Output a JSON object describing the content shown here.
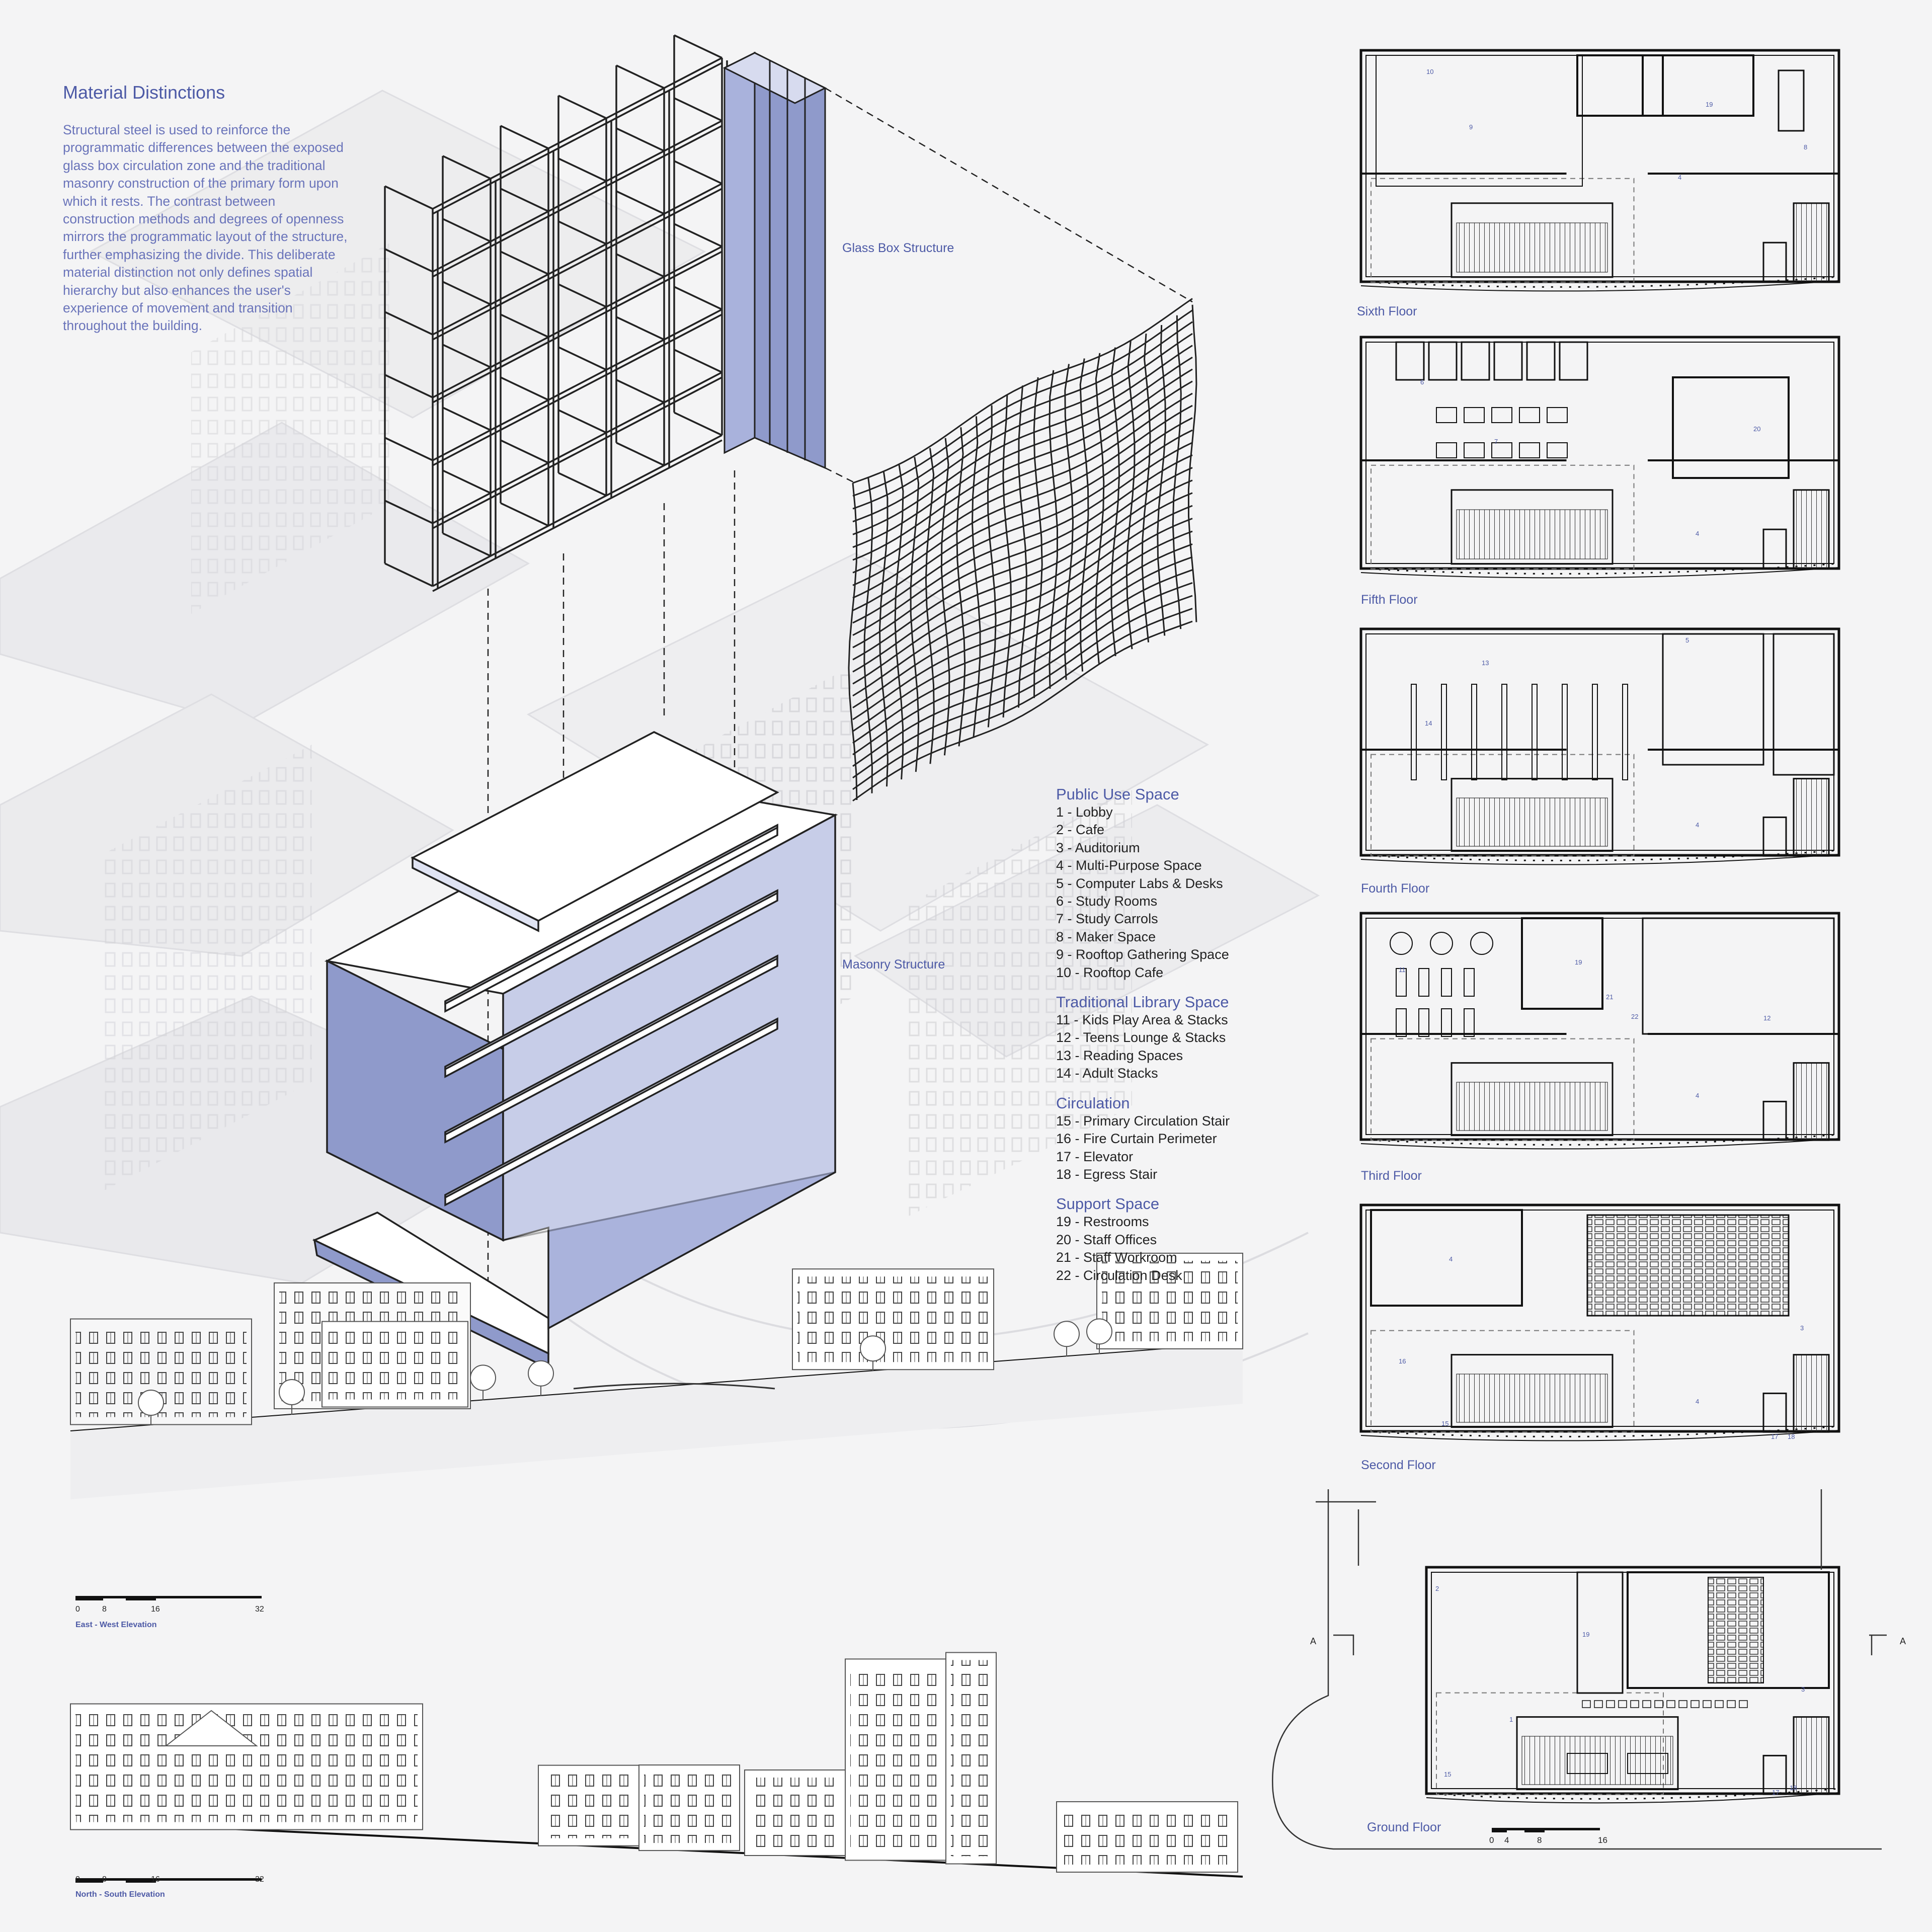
{
  "intro": {
    "title": "Material Distinctions",
    "body": "Structural steel is used to reinforce the programmatic differences between the exposed glass box circulation zone and the traditional masonry construction of the primary form upon which it rests. The contrast between construction methods and degrees of openness mirrors the programmatic layout of the structure, further emphasizing the divide. This deliberate material distinction not only defines spatial hierarchy but also enhances the user's experience of movement and transition throughout the building."
  },
  "structure_labels": {
    "glass": "Glass Box Structure",
    "masonry": "Masonry Structure"
  },
  "legend": [
    {
      "title": "Public Use Space",
      "items": [
        "1 - Lobby",
        "2 - Cafe",
        "3 - Auditorium",
        "4 - Multi-Purpose Space",
        "5 - Computer Labs & Desks",
        "6 - Study Rooms",
        "7 - Study Carrols",
        "8 - Maker Space",
        "9 - Rooftop Gathering Space",
        "10 - Rooftop Cafe"
      ]
    },
    {
      "title": "Traditional Library Space",
      "items": [
        "11 - Kids Play Area & Stacks",
        "12 - Teens Lounge & Stacks",
        "13 - Reading Spaces",
        "14 - Adult Stacks"
      ]
    },
    {
      "title": "Circulation",
      "items": [
        "15 - Primary Circulation Stair",
        "16 - Fire Curtain Perimeter",
        "17 - Elevator",
        "18 - Egress Stair"
      ]
    },
    {
      "title": "Support Space",
      "items": [
        "19 - Restrooms",
        "20 - Staff Offices",
        "21 - Staff Workroom",
        "22 - Circulation Desk"
      ]
    }
  ],
  "floors": {
    "sixth": "Sixth Floor",
    "fifth": "Fifth Floor",
    "fourth": "Fourth Floor",
    "third": "Third Floor",
    "second": "Second Floor",
    "ground": "Ground Floor"
  },
  "elevations": {
    "east_west": "East - West Elevation",
    "north_south": "North - South Elevation",
    "scale_ticks": [
      "0",
      "8",
      "16",
      "32"
    ]
  },
  "plan_scale_ticks": [
    "0",
    "4",
    "8",
    "16"
  ],
  "section_marker": "A",
  "room_numbers": {
    "sixth": [
      "10",
      "9",
      "19",
      "4",
      "8"
    ],
    "fifth": [
      "6",
      "7",
      "20",
      "4"
    ],
    "fourth": [
      "5",
      "13",
      "14",
      "4"
    ],
    "third": [
      "11",
      "19",
      "21",
      "22",
      "12",
      "4"
    ],
    "second": [
      "4",
      "16",
      "4",
      "15",
      "3",
      "17",
      "18"
    ],
    "ground": [
      "2",
      "1",
      "19",
      "3",
      "15",
      "17",
      "18"
    ]
  },
  "colors": {
    "accent": "#4d5aa6",
    "structure_fill": "#8f9acb",
    "linework": "#1a1a1a"
  }
}
